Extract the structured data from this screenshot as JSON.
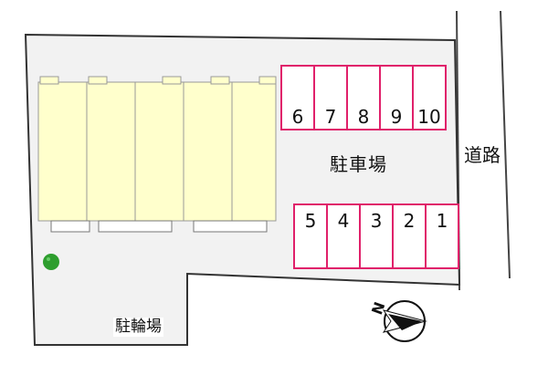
{
  "labels": {
    "parking_lot": "駐車場",
    "road": "道路",
    "bicycle_parking": "駐輪場"
  },
  "parking_spaces_top": [
    "6",
    "7",
    "8",
    "9",
    "10"
  ],
  "parking_spaces_bottom": [
    "5",
    "4",
    "3",
    "2",
    "1"
  ],
  "compass": {
    "letter": "N"
  },
  "colors": {
    "lot_fill": "#f2f2f2",
    "building_fill": "#ffffcc",
    "parking_stroke": "#e0206a",
    "parking_fill": "#ffffff",
    "tree": "#2e9e2e"
  }
}
